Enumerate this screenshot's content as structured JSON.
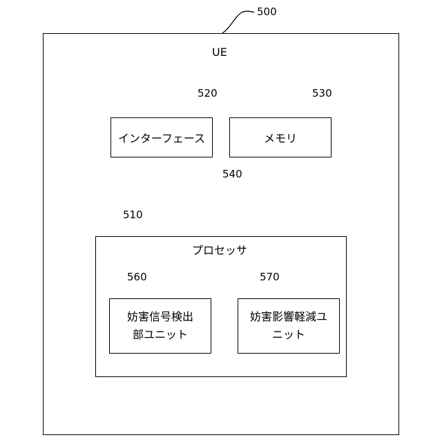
{
  "diagram": {
    "ue": {
      "label": "UE",
      "ref": "500"
    },
    "interface": {
      "label": "インターフェース",
      "ref": "520"
    },
    "memory": {
      "label": "メモリ",
      "ref": "530"
    },
    "bus": {
      "ref": "540"
    },
    "processor": {
      "label": "プロセッサ",
      "ref": "510"
    },
    "detector": {
      "line1": "妨害信号検出",
      "line2": "部ユニット",
      "ref": "560"
    },
    "mitigator": {
      "line1": "妨害影響軽減ユ",
      "line2": "ニット",
      "ref": "570"
    }
  }
}
